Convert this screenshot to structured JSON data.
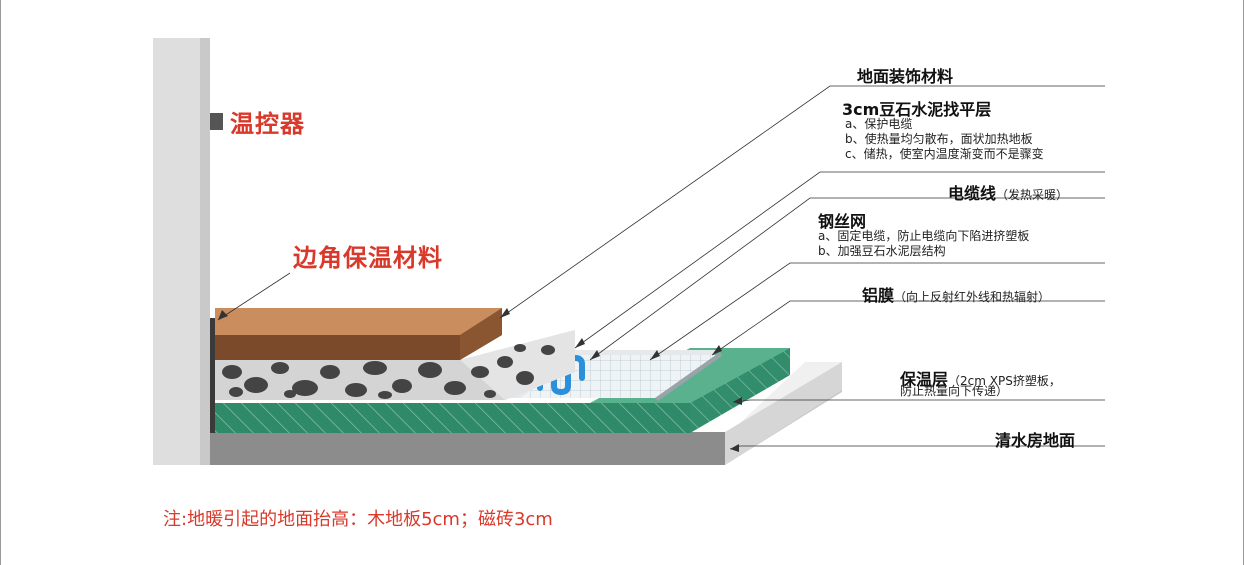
{
  "labels": {
    "thermostat": "温控器",
    "corner_insulation": "边角保温材料",
    "floor_finish": "地面装饰材料",
    "screed_title": "3cm豆石水泥找平层",
    "screed_a": "a、保护电缆",
    "screed_b": "b、使热量均匀散布，面状加热地板",
    "screed_c": "c、储热，使室内温度渐变而不是骤变",
    "cable_title": "电缆线",
    "cable_note": "（发热采暖）",
    "mesh_title": "钢丝网",
    "mesh_a": "a、固定电缆，防止电缆向下陷进挤塑板",
    "mesh_b": "b、加强豆石水泥层结构",
    "foil_title": "铝膜",
    "foil_note": "（向上反射红外线和热辐射）",
    "insulation_title": "保温层",
    "insulation_note_1": "（2cm XPS挤塑板，",
    "insulation_note_2": "防止热量向下传递）",
    "subfloor": "清水房地面",
    "footnote": "注:地暖引起的地面抬高：木地板5cm；磁砖3cm"
  },
  "colors": {
    "accent_red": "#d9392b",
    "wall": "#dcdcdc",
    "subfloor": "#8a8a8a",
    "insulation": "#2e8a68",
    "wood": "#c98d5e",
    "wood_dark": "#7a4a2a",
    "concrete": "#d4d4d4",
    "cable": "#2b8fd9"
  }
}
